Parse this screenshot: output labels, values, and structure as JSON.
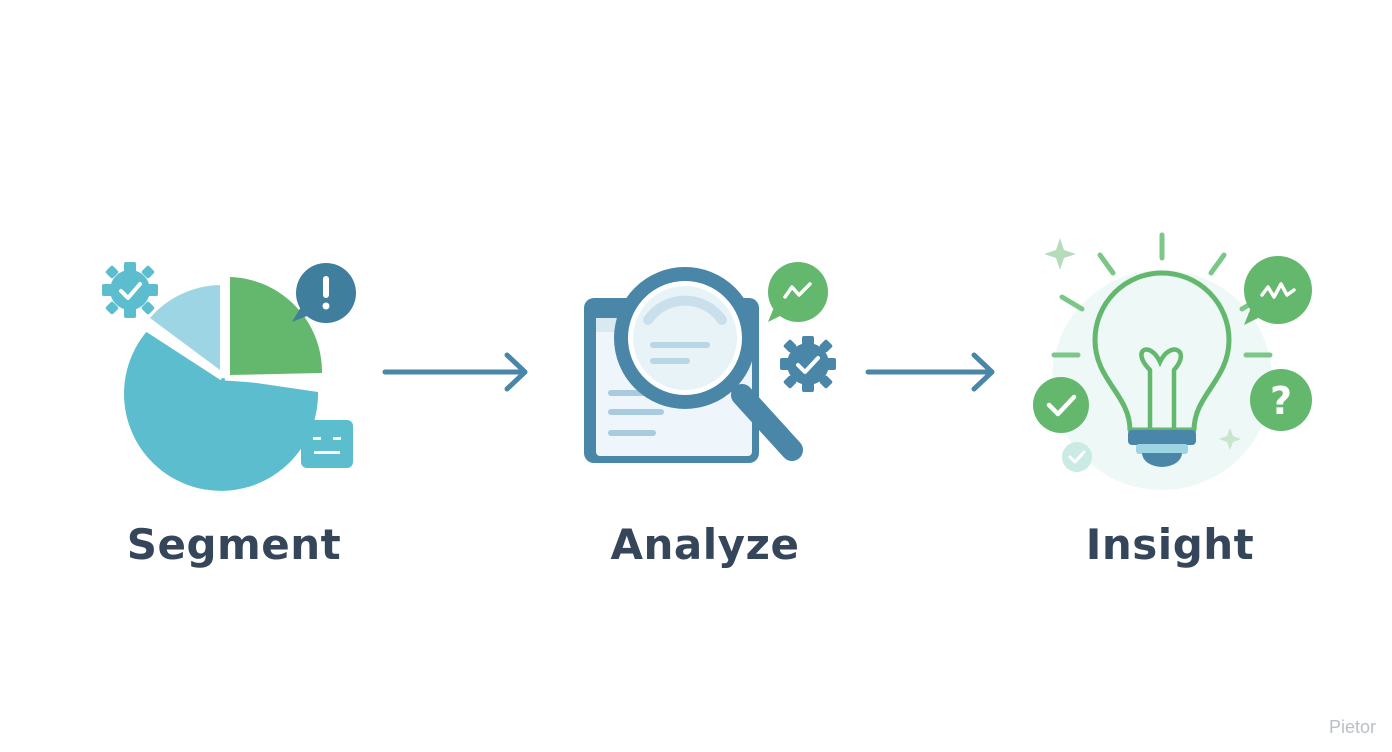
{
  "steps": [
    {
      "label": "Segment",
      "icon": "pie-chart-icon"
    },
    {
      "label": "Analyze",
      "icon": "magnifier-document-icon"
    },
    {
      "label": "Insight",
      "icon": "lightbulb-icon"
    }
  ],
  "watermark": "Pietor",
  "colors": {
    "teal": "#5bbdcd",
    "light_teal": "#9dd5e4",
    "green": "#63b86e",
    "blue": "#4a86a8",
    "dark_text": "#36465a"
  }
}
